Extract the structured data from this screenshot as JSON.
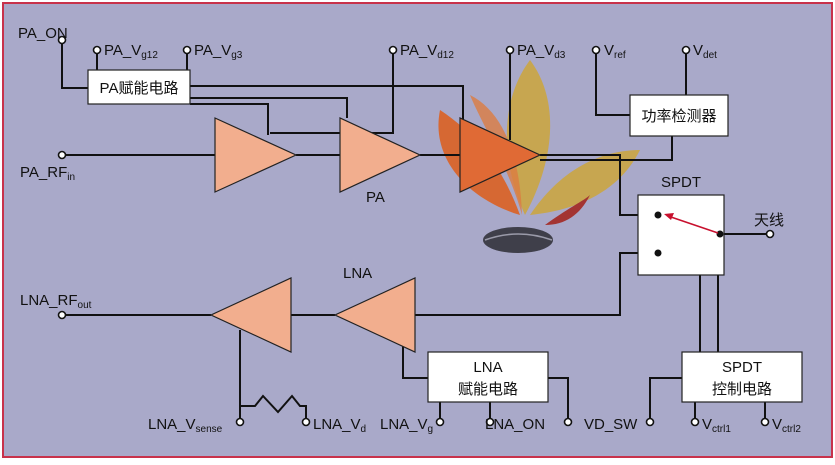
{
  "background_color": "#a9a9c9",
  "border_color": "#c8324b",
  "amplifier_color": "#f2ae8e",
  "logo_colors": [
    "#c9a64a",
    "#d9652b",
    "#a32e2a",
    "#3a3a44"
  ],
  "boxes": {
    "pa_bias": "PA赋能电路",
    "power_detector": "功率检测器",
    "spdt_title": "SPDT",
    "lna_bias_line1": "LNA",
    "lna_bias_line2": "赋能电路",
    "spdt_ctrl_line1": "SPDT",
    "spdt_ctrl_line2": "控制电路"
  },
  "labels": {
    "pa_on": "PA_ON",
    "pa_vg12": {
      "main": "PA_V",
      "sub": "g12"
    },
    "pa_vg3": {
      "main": "PA_V",
      "sub": "g3"
    },
    "pa_vd12": {
      "main": "PA_V",
      "sub": "d12"
    },
    "pa_vd3": {
      "main": "PA_V",
      "sub": "d3"
    },
    "vref": {
      "main": "V",
      "sub": "ref"
    },
    "vdet": {
      "main": "V",
      "sub": "det"
    },
    "pa_rf_in": {
      "main": "PA_RF",
      "sub": "in"
    },
    "pa": "PA",
    "antenna": "天线",
    "lna": "LNA",
    "lna_rf_out": {
      "main": "LNA_RF",
      "sub": "out"
    },
    "lna_vsense": {
      "main": "LNA_V",
      "sub": "sense"
    },
    "lna_vd": {
      "main": "LNA_V",
      "sub": "d"
    },
    "lna_vg": {
      "main": "LNA_V",
      "sub": "g"
    },
    "lna_on": "LNA_ON",
    "vd_sw": "VD_SW",
    "vctrl1": {
      "main": "V",
      "sub": "ctrl1"
    },
    "vctrl2": {
      "main": "V",
      "sub": "ctrl2"
    }
  }
}
